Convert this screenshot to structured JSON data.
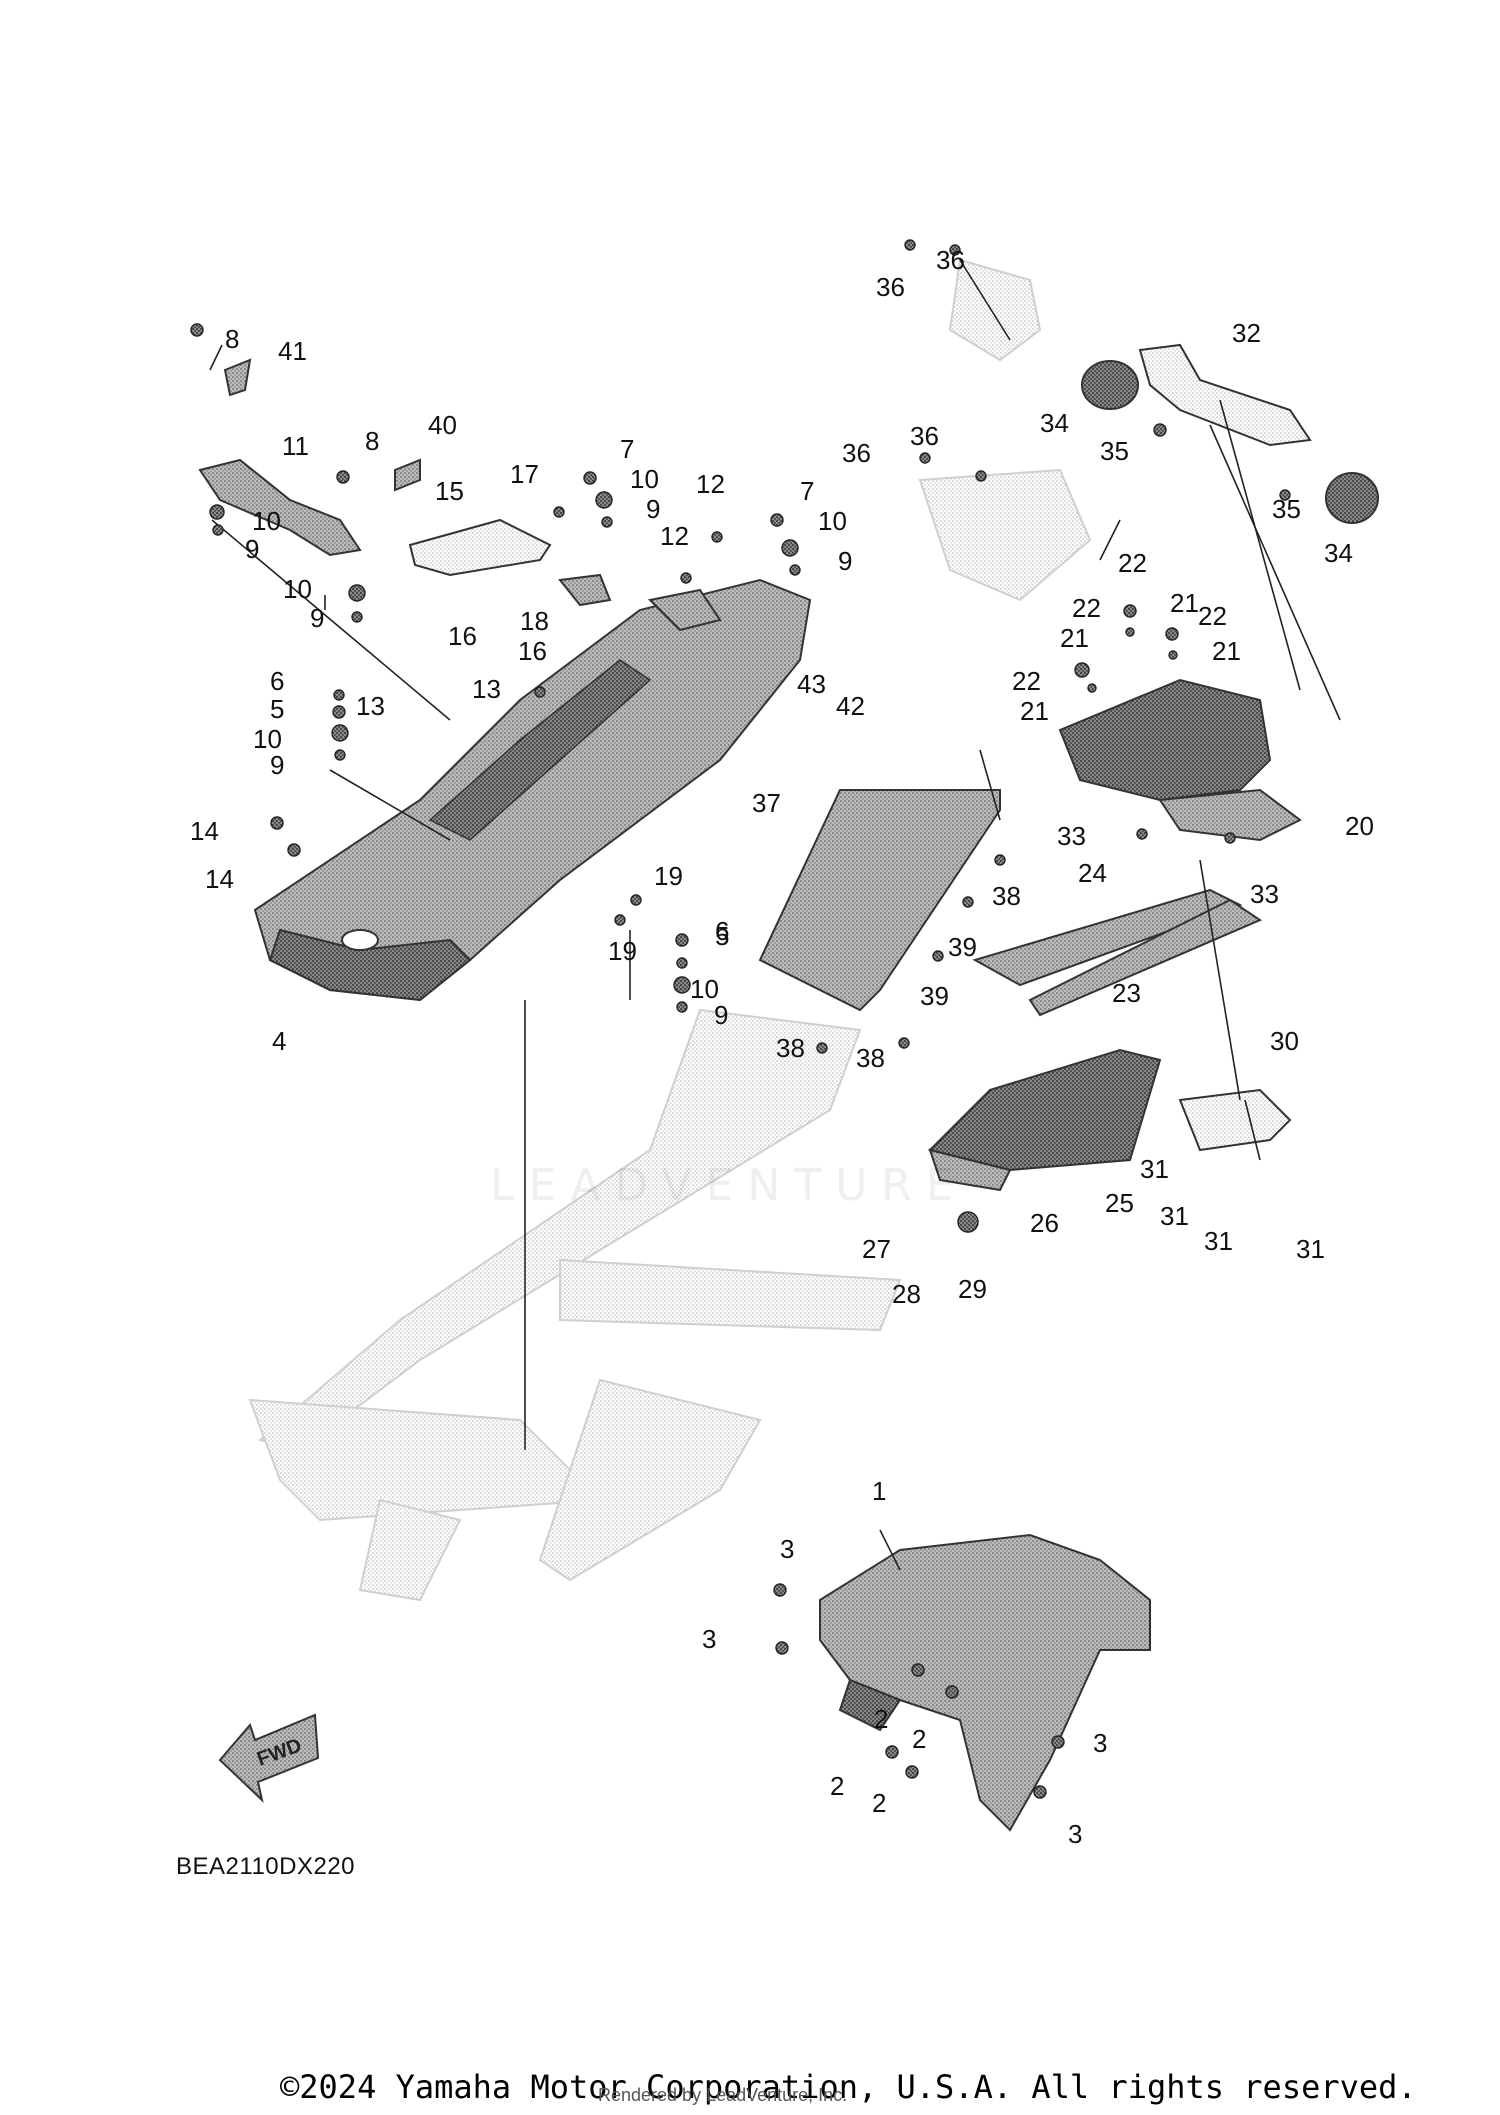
{
  "diagram": {
    "drawing_code": "BEA2110DX220",
    "direction_label": "FWD",
    "watermark": "LEADVENTURE",
    "copyright": "©2024 Yamaha Motor Corporation, U.S.A. All rights reserved.",
    "rendered_by": "Rendered by LeadVenture, Inc.",
    "callouts": [
      "1",
      "2",
      "3",
      "4",
      "5",
      "6",
      "7",
      "8",
      "9",
      "10",
      "11",
      "12",
      "13",
      "14",
      "15",
      "16",
      "17",
      "18",
      "19",
      "20",
      "21",
      "22",
      "23",
      "24",
      "25",
      "26",
      "27",
      "28",
      "29",
      "30",
      "31",
      "32",
      "33",
      "34",
      "35",
      "36",
      "37",
      "38",
      "39",
      "40",
      "41",
      "42",
      "43"
    ]
  }
}
